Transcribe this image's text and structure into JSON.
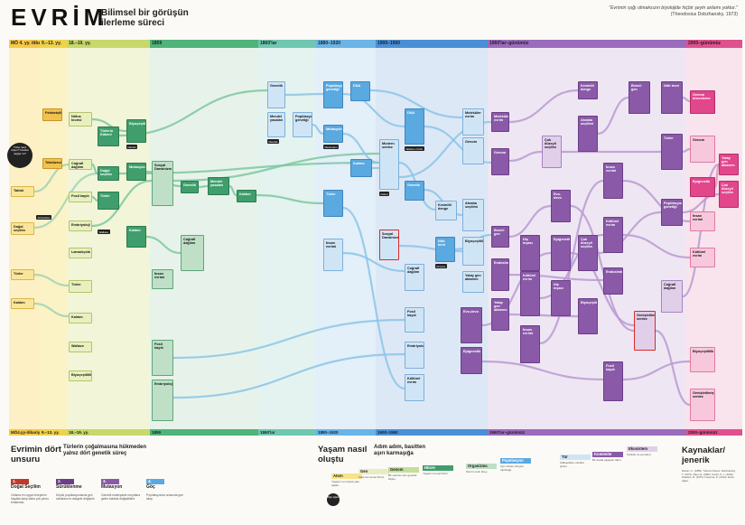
{
  "header": {
    "title": "EVRİM",
    "subtitle": "Bilimsel bir görüşün ilerleme süreci",
    "quote": "\"Evrimin ışığı olmaksızın biyolojide hiçbir şeyin anlamı yoktur.\"",
    "quote_author": "(Theodosius Dobzhansky, 1973)"
  },
  "eras": [
    {
      "id": "e1",
      "label": "MÖ 4. yy. itibariyle",
      "foot": "MÖ4.yy-itibariyle",
      "color": "#f7c948",
      "band": "#fdf0c4"
    },
    {
      "id": "e2",
      "label": "9.–13. yy.",
      "foot": "9.–13. yy.",
      "color": "#f0d24a",
      "band": "#fbf2c6"
    },
    {
      "id": "e3",
      "label": "18.–19. yy.",
      "foot": "18.–19. yy.",
      "color": "#c8d86a",
      "band": "#f2f5d8"
    },
    {
      "id": "e4",
      "label": "1859",
      "foot": "1859",
      "color": "#4fb37a",
      "band": "#e7f3ea"
    },
    {
      "id": "e5",
      "label": "1860'lar",
      "foot": "1860'lar",
      "color": "#6fc7b0",
      "band": "#e4f3ef"
    },
    {
      "id": "e6",
      "label": "1880–1920",
      "foot": "1880–1920",
      "color": "#6ab4e6",
      "band": "#e3eff9"
    },
    {
      "id": "e7",
      "label": "1900–1960",
      "foot": "1900–1960",
      "color": "#4a8fd6",
      "band": "#dde8f6"
    },
    {
      "id": "e8",
      "label": "1960'lar–günümüz",
      "foot": "1960'lar–günümüz",
      "color": "#9b6bbd",
      "band": "#efe6f4"
    },
    {
      "id": "e9",
      "label": "2000–günümüz",
      "foot": "2000–günümüz",
      "color": "#e0508e",
      "band": "#f9e3ec"
    }
  ],
  "nodes": {
    "n_tabiat": "Tabiat",
    "n_tur": "Türler",
    "n_mutasyon": "Mutasyon",
    "n_dogal_secilim": "Doğal seçilim",
    "n_kalitim": "Kalıtım",
    "n_genetik": "Genetik",
    "n_mendel": "Mendel yasaları",
    "n_dna": "DNA",
    "n_populasyon": "Popülasyon genetiği",
    "n_sentez": "Modern sentez",
    "n_molekuler": "Moleküler evrim",
    "n_genom": "Genom",
    "n_evodevo": "Evo-devo",
    "n_nisan": "Niş inşası",
    "n_epigenetik": "Epigenetik",
    "n_sosyal": "Sosyal Darwinizm",
    "n_cografya": "Coğrafi dağılım",
    "n_fosil": "Fosil kaydı",
    "n_embriyo": "Embriyoloji",
    "n_lamarck": "Lamarkçılık",
    "n_cuvier": "Felaketçilik",
    "n_hutton": "Tekdüzecilik",
    "n_malthus": "Nüfus teorisi",
    "n_darwin": "Türlerin Kökeni",
    "n_wallace": "Wallace",
    "n_gould": "Kesintili denge",
    "n_hamilton": "Akraba seçilimi",
    "n_dawkins": "Bencil gen",
    "n_kimura": "Nötr teori",
    "n_margulis": "Endosimbiyoz",
    "n_hgt": "Yatay gen aktarımı",
    "n_coklu": "Çok düzeyli seçilim",
    "n_extended": "Genişletilmiş sentez",
    "n_crispr": "Genom düzenleme",
    "n_insan": "İnsan evrimi",
    "n_kultur": "Kültürel evrim",
    "n_cesitlilik": "Biyoçeşitlilik"
  },
  "dark_labels": {
    "d1": "Aristoteles",
    "d2": "Darwin",
    "d3": "Wallace",
    "d4": "Mendel",
    "d5": "Weismann",
    "d6": "Fisher",
    "d7": "Watson–Crick",
    "d8": "Kimura"
  },
  "info_circle": "Türler nasıl oluşur? Canlılar değişir mi?",
  "legend": {
    "heading1": "Evrimin dört unsuru",
    "heading1_sub": "Türlerin çoğalmasına hükmeden yalnız dört genetik süreç",
    "mechanisms": [
      {
        "num": "1.",
        "label": "Doğal Seçilim",
        "color": "#c0392b",
        "desc": "Ortama en uygun bireylerin hayatta kalıp daha çok yavru bırakması."
      },
      {
        "num": "2.",
        "label": "Sürüklenme",
        "color": "#6a3e88",
        "desc": "Küçük popülasyonlarda gen sıklıklarının rastgele değişimi."
      },
      {
        "num": "3.",
        "label": "Mutasyon",
        "color": "#8a5aa8",
        "desc": "Genetik materyalde meydana gelen kalıtsal değişiklikler."
      },
      {
        "num": "4.",
        "label": "Göç",
        "color": "#5aa9e0",
        "desc": "Popülasyonlar arasında gen akışı."
      }
    ],
    "heading2": "Yaşam nasıl oluştu",
    "heading2_sub": "Adım adım, basitten aşırı karmaşığa",
    "levels": [
      {
        "label": "Atom",
        "color": "#f7e38a",
        "desc": "Yaşamın en küçük yapı taşları."
      },
      {
        "label": "Gen",
        "color": "#e9ecc2",
        "desc": "Kalıtımın temel birimi."
      },
      {
        "label": "Genom",
        "color": "#c3df9a",
        "desc": "Bir canlının tüm genetik bilgisi."
      },
      {
        "label": "Hücre",
        "color": "#3f9e6c",
        "desc": "Yaşamın temel birimi."
      },
      {
        "label": "Organizma",
        "color": "#bfe0c6",
        "desc": "Tek bir canlı birey."
      },
      {
        "label": "Popülasyon",
        "color": "#5aa9e0",
        "desc": "Aynı türden bireyler topluluğu."
      },
      {
        "label": "Tür",
        "color": "#cfe5f6",
        "desc": "Çiftleşebilen canlılar grubu."
      },
      {
        "label": "Komünite",
        "color": "#8a5aa8",
        "desc": "Bir arada yaşayan türler."
      },
      {
        "label": "Ekosistem",
        "color": "#e1cfea",
        "desc": "Canlılar ve çevreleri."
      }
    ],
    "badge": "Bilgi ağacı",
    "sources_heading": "Kaynaklar/ jenerik",
    "sources_text": "Darwin, C. (1859). Türlerin Kökeni. Dobzhansky, T. (1973). Mayr, E. (1982). Gould, S. J. (2002). Dawkins, R. (1976). Futuyma, D. (2013). Evrim Ağacı."
  }
}
